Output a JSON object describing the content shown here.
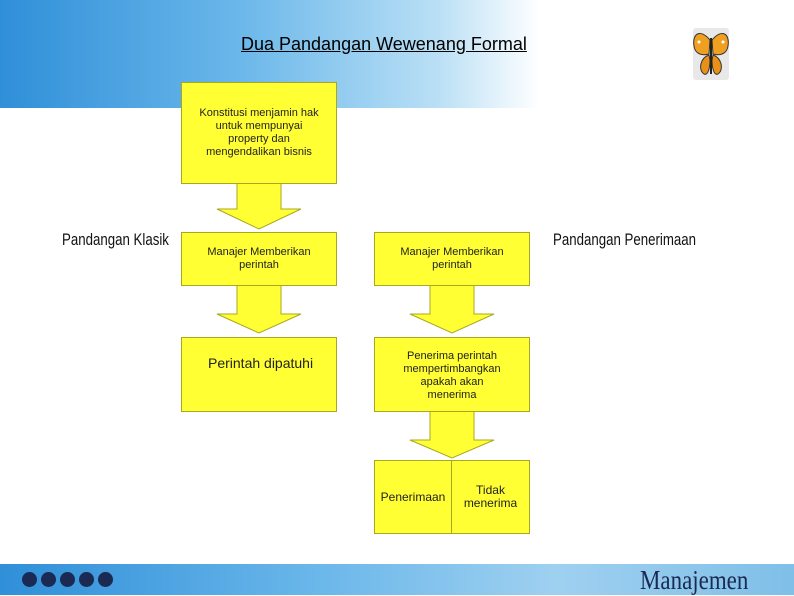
{
  "slide": {
    "title": "Dua Pandangan Wewenang Formal",
    "footer_brand": "Manajemen",
    "butterfly_icon": "butterfly-icon"
  },
  "labels": {
    "left": "Pandangan Klasik",
    "right": "Pandangan Penerimaan"
  },
  "left_column": {
    "box1": "Konstitusi menjamin hak untuk mempunyai property dan mengendalikan bisnis",
    "box2": "Manajer Memberikan perintah",
    "box3": "Perintah dipatuhi"
  },
  "right_column": {
    "box1": "Manajer Memberikan perintah",
    "box2": "Penerima perintah mempertimbangkan apakah akan menerima",
    "box3a": "Penerimaan",
    "box3b": "Tidak menerima"
  },
  "colors": {
    "box_fill": "#ffff33",
    "header_blue": "#2f8fd8",
    "footer_text": "#1b2a52"
  }
}
